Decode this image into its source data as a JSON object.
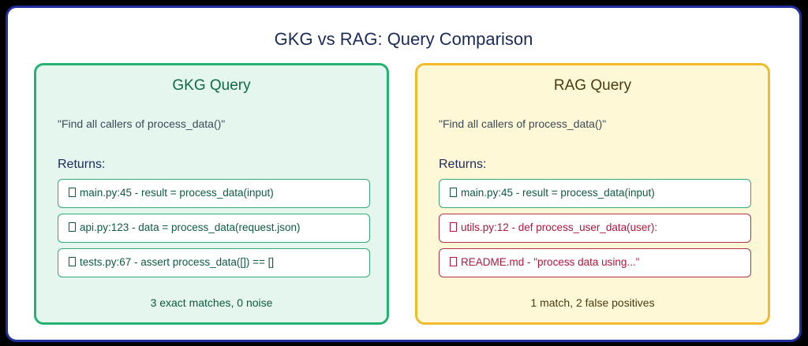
{
  "title": "GKG vs RAG: Query Comparison",
  "panels": [
    {
      "title": "GKG Query",
      "query": "\"Find all callers of process_data()\"",
      "returns_label": "Returns:",
      "results": [
        {
          "icon": "checkbox-icon",
          "text": "main.py:45 - result = process_data(input)",
          "status": "match"
        },
        {
          "icon": "checkbox-icon",
          "text": "api.py:123 - data = process_data(request.json)",
          "status": "match"
        },
        {
          "icon": "checkbox-icon",
          "text": "tests.py:67 - assert process_data([]) == []",
          "status": "match"
        }
      ],
      "summary": "3 exact matches, 0 noise"
    },
    {
      "title": "RAG Query",
      "query": "\"Find all callers of process_data()\"",
      "returns_label": "Returns:",
      "results": [
        {
          "icon": "checkbox-icon",
          "text": "main.py:45 - result = process_data(input)",
          "status": "match"
        },
        {
          "icon": "checkbox-icon",
          "text": "utils.py:12 - def process_user_data(user):",
          "status": "false-positive"
        },
        {
          "icon": "checkbox-icon",
          "text": "README.md - \"process data using...\"",
          "status": "false-positive"
        }
      ],
      "summary": "1 match, 2 false positives"
    }
  ],
  "colors": {
    "gkg_border": "#25b371",
    "gkg_fill": "#e5f6ef",
    "rag_border": "#f1bb2c",
    "rag_fill": "#fff8d6",
    "match": "#35a87a",
    "false_positive": "#b5324f",
    "frame_border": "#1f2fa0"
  }
}
